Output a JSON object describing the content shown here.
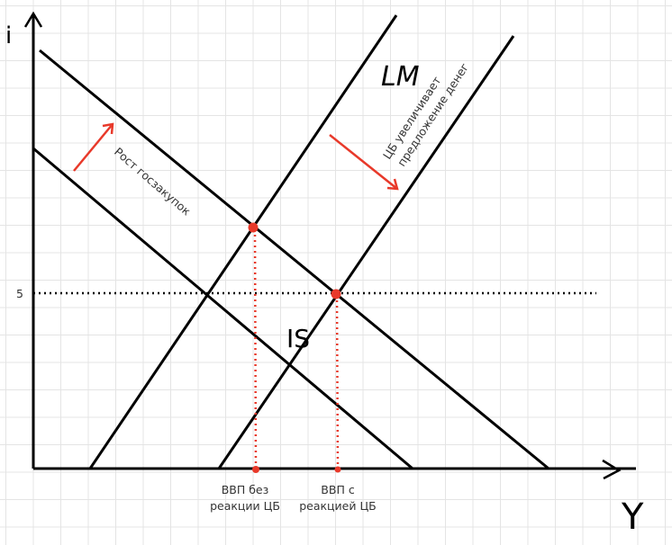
{
  "axes": {
    "y_label": "i",
    "x_label": "Y",
    "y_tick": "5"
  },
  "curves": {
    "lm_label": "LM",
    "is_label": "IS"
  },
  "annotations": {
    "gov_spending": "Рост госзакупок",
    "cb_line1": "ЦБ увеличивает",
    "cb_line2": "предложение денег"
  },
  "x_markers": [
    {
      "line1": "ВВП без",
      "line2": "реакции ЦБ"
    },
    {
      "line1": "ВВП с",
      "line2": "реакцией ЦБ"
    }
  ],
  "colors": {
    "accent": "#e8392a",
    "line": "#000000",
    "grid": "#e4e4e4"
  }
}
